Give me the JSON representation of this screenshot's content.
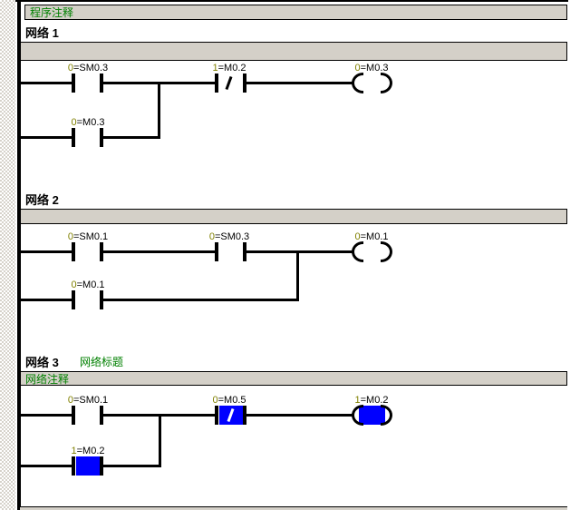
{
  "colors": {
    "highlight_blue": "#0000ff",
    "comment_green": "#008000",
    "status_value_olive": "#808000",
    "bar_gray": "#d4d0c8"
  },
  "program_comment": {
    "label": "程序注释"
  },
  "networks": [
    {
      "title": "网络 1",
      "subtitle": "",
      "comment": "",
      "elements": [
        {
          "type": "contact_no",
          "value": "0",
          "operand": "=SM0.3",
          "highlighted": false
        },
        {
          "type": "contact_nc",
          "value": "1",
          "operand": "=M0.2",
          "highlighted": false
        },
        {
          "type": "coil",
          "value": "0",
          "operand": "=M0.3",
          "highlighted": false
        },
        {
          "type": "contact_no_branch",
          "value": "0",
          "operand": "=M0.3",
          "highlighted": false
        }
      ]
    },
    {
      "title": "网络 2",
      "subtitle": "",
      "comment": "",
      "elements": [
        {
          "type": "contact_no",
          "value": "0",
          "operand": "=SM0.1",
          "highlighted": false
        },
        {
          "type": "contact_no",
          "value": "0",
          "operand": "=SM0.3",
          "highlighted": false
        },
        {
          "type": "coil",
          "value": "0",
          "operand": "=M0.1",
          "highlighted": false
        },
        {
          "type": "contact_no_branch",
          "value": "0",
          "operand": "=M0.1",
          "highlighted": false
        }
      ]
    },
    {
      "title": "网络 3",
      "subtitle": "网络标题",
      "comment": "网络注释",
      "elements": [
        {
          "type": "contact_no",
          "value": "0",
          "operand": "=SM0.1",
          "highlighted": false
        },
        {
          "type": "contact_nc",
          "value": "0",
          "operand": "=M0.5",
          "highlighted": true
        },
        {
          "type": "coil",
          "value": "1",
          "operand": "=M0.2",
          "highlighted": true
        },
        {
          "type": "contact_no_branch",
          "value": "1",
          "operand": "=M0.2",
          "highlighted": true
        }
      ]
    }
  ]
}
